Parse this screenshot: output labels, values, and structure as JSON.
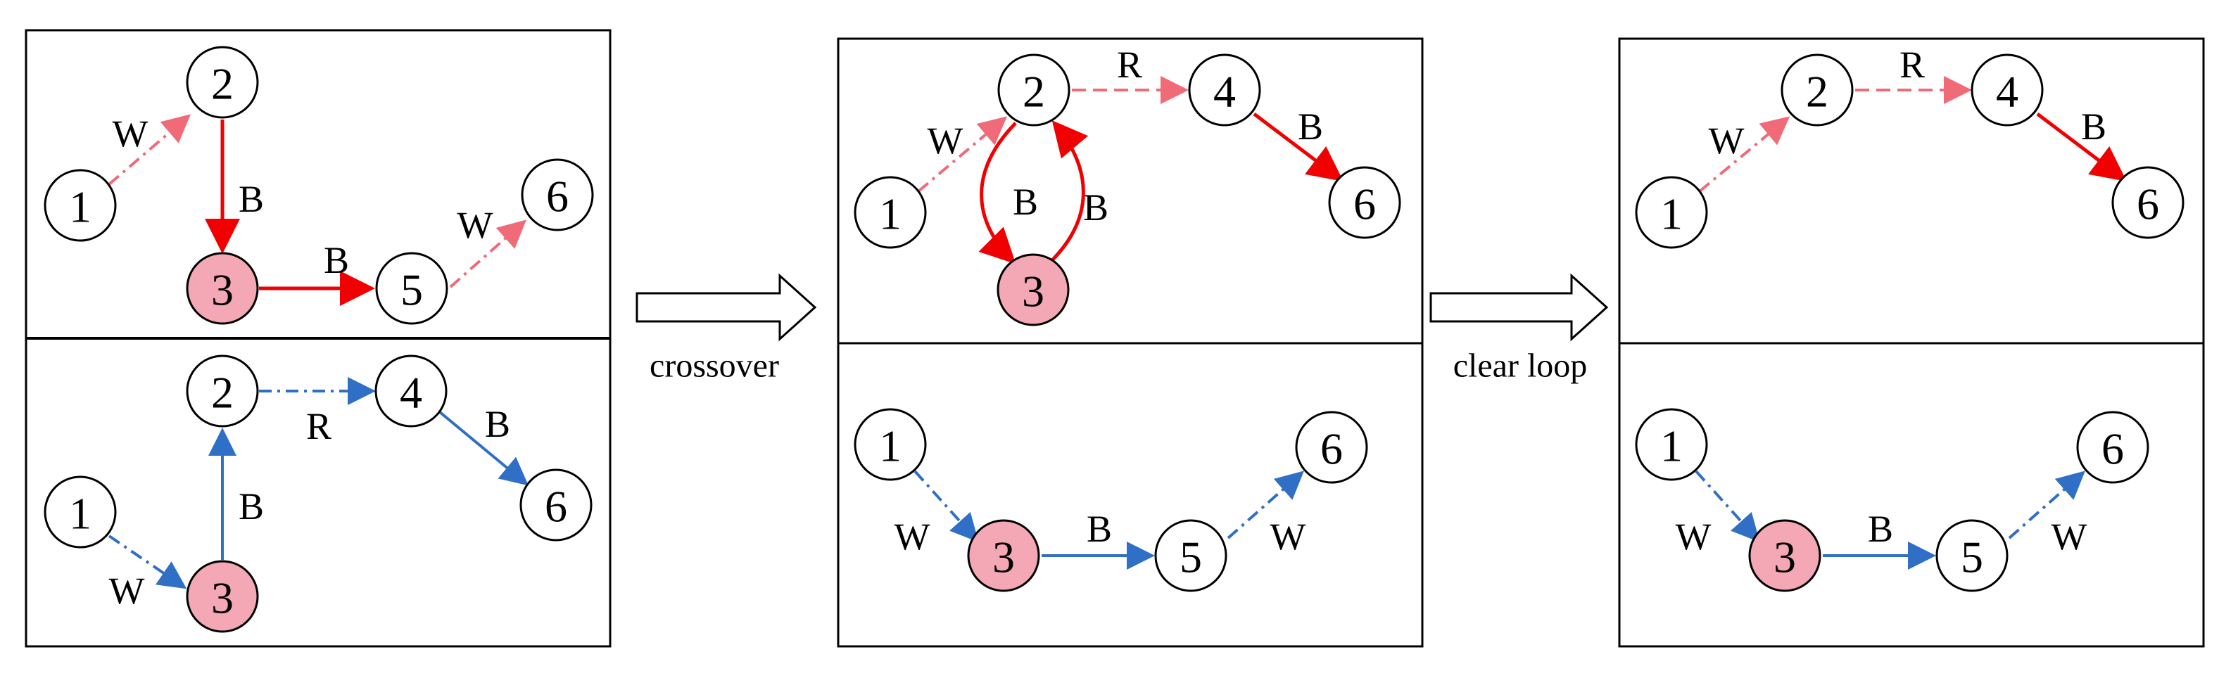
{
  "colors": {
    "red": "#f00000",
    "red_dashed": "#f06a78",
    "blue": "#2f6fc6",
    "highlight_node": "#f4a7b4",
    "node": "#ffffff",
    "line": "#000000"
  },
  "arrows": {
    "crossover": "crossover",
    "clear_loop": "clear loop"
  },
  "panels": [
    {
      "id": "parent-red",
      "nodes": [
        {
          "id": "1",
          "label": "1"
        },
        {
          "id": "2",
          "label": "2"
        },
        {
          "id": "3",
          "label": "3",
          "highlight": true
        },
        {
          "id": "5",
          "label": "5"
        },
        {
          "id": "6",
          "label": "6"
        }
      ],
      "edges": [
        {
          "from": "1",
          "to": "2",
          "label": "W",
          "style": "dashdot",
          "color": "red_dashed"
        },
        {
          "from": "2",
          "to": "3",
          "label": "B",
          "style": "solid",
          "color": "red"
        },
        {
          "from": "3",
          "to": "5",
          "label": "B",
          "style": "solid",
          "color": "red"
        },
        {
          "from": "5",
          "to": "6",
          "label": "W",
          "style": "dashdot",
          "color": "red_dashed"
        }
      ]
    },
    {
      "id": "parent-blue",
      "nodes": [
        {
          "id": "1",
          "label": "1"
        },
        {
          "id": "2",
          "label": "2"
        },
        {
          "id": "3",
          "label": "3",
          "highlight": true
        },
        {
          "id": "4",
          "label": "4"
        },
        {
          "id": "6",
          "label": "6"
        }
      ],
      "edges": [
        {
          "from": "1",
          "to": "3",
          "label": "W",
          "style": "dashdot",
          "color": "blue"
        },
        {
          "from": "3",
          "to": "2",
          "label": "B",
          "style": "solid",
          "color": "blue"
        },
        {
          "from": "2",
          "to": "4",
          "label": "R",
          "style": "dashdot",
          "color": "blue"
        },
        {
          "from": "4",
          "to": "6",
          "label": "B",
          "style": "solid",
          "color": "blue"
        }
      ]
    },
    {
      "id": "offspring-red",
      "nodes": [
        {
          "id": "1",
          "label": "1"
        },
        {
          "id": "2",
          "label": "2"
        },
        {
          "id": "3",
          "label": "3",
          "highlight": true
        },
        {
          "id": "4",
          "label": "4"
        },
        {
          "id": "6",
          "label": "6"
        }
      ],
      "edges": [
        {
          "from": "1",
          "to": "2",
          "label": "W",
          "style": "dashdot",
          "color": "red_dashed"
        },
        {
          "from": "2",
          "to": "3",
          "label": "B",
          "style": "solid",
          "color": "red",
          "curve": "left"
        },
        {
          "from": "3",
          "to": "2",
          "label": "B",
          "style": "solid",
          "color": "red",
          "curve": "right"
        },
        {
          "from": "2",
          "to": "4",
          "label": "R",
          "style": "dashed",
          "color": "red_dashed"
        },
        {
          "from": "4",
          "to": "6",
          "label": "B",
          "style": "solid",
          "color": "red"
        }
      ]
    },
    {
      "id": "offspring-blue",
      "nodes": [
        {
          "id": "1",
          "label": "1"
        },
        {
          "id": "3",
          "label": "3",
          "highlight": true
        },
        {
          "id": "5",
          "label": "5"
        },
        {
          "id": "6",
          "label": "6"
        }
      ],
      "edges": [
        {
          "from": "1",
          "to": "3",
          "label": "W",
          "style": "dashdot",
          "color": "blue"
        },
        {
          "from": "3",
          "to": "5",
          "label": "B",
          "style": "solid",
          "color": "blue"
        },
        {
          "from": "5",
          "to": "6",
          "label": "W",
          "style": "dashdot",
          "color": "blue"
        }
      ]
    },
    {
      "id": "result-red",
      "nodes": [
        {
          "id": "1",
          "label": "1"
        },
        {
          "id": "2",
          "label": "2"
        },
        {
          "id": "4",
          "label": "4"
        },
        {
          "id": "6",
          "label": "6"
        }
      ],
      "edges": [
        {
          "from": "1",
          "to": "2",
          "label": "W",
          "style": "dashdot",
          "color": "red_dashed"
        },
        {
          "from": "2",
          "to": "4",
          "label": "R",
          "style": "dashed",
          "color": "red_dashed"
        },
        {
          "from": "4",
          "to": "6",
          "label": "B",
          "style": "solid",
          "color": "red"
        }
      ]
    },
    {
      "id": "result-blue",
      "nodes": [
        {
          "id": "1",
          "label": "1"
        },
        {
          "id": "3",
          "label": "3",
          "highlight": true
        },
        {
          "id": "5",
          "label": "5"
        },
        {
          "id": "6",
          "label": "6"
        }
      ],
      "edges": [
        {
          "from": "1",
          "to": "3",
          "label": "W",
          "style": "dashdot",
          "color": "blue"
        },
        {
          "from": "3",
          "to": "5",
          "label": "B",
          "style": "solid",
          "color": "blue"
        },
        {
          "from": "5",
          "to": "6",
          "label": "W",
          "style": "dashdot",
          "color": "blue"
        }
      ]
    }
  ]
}
